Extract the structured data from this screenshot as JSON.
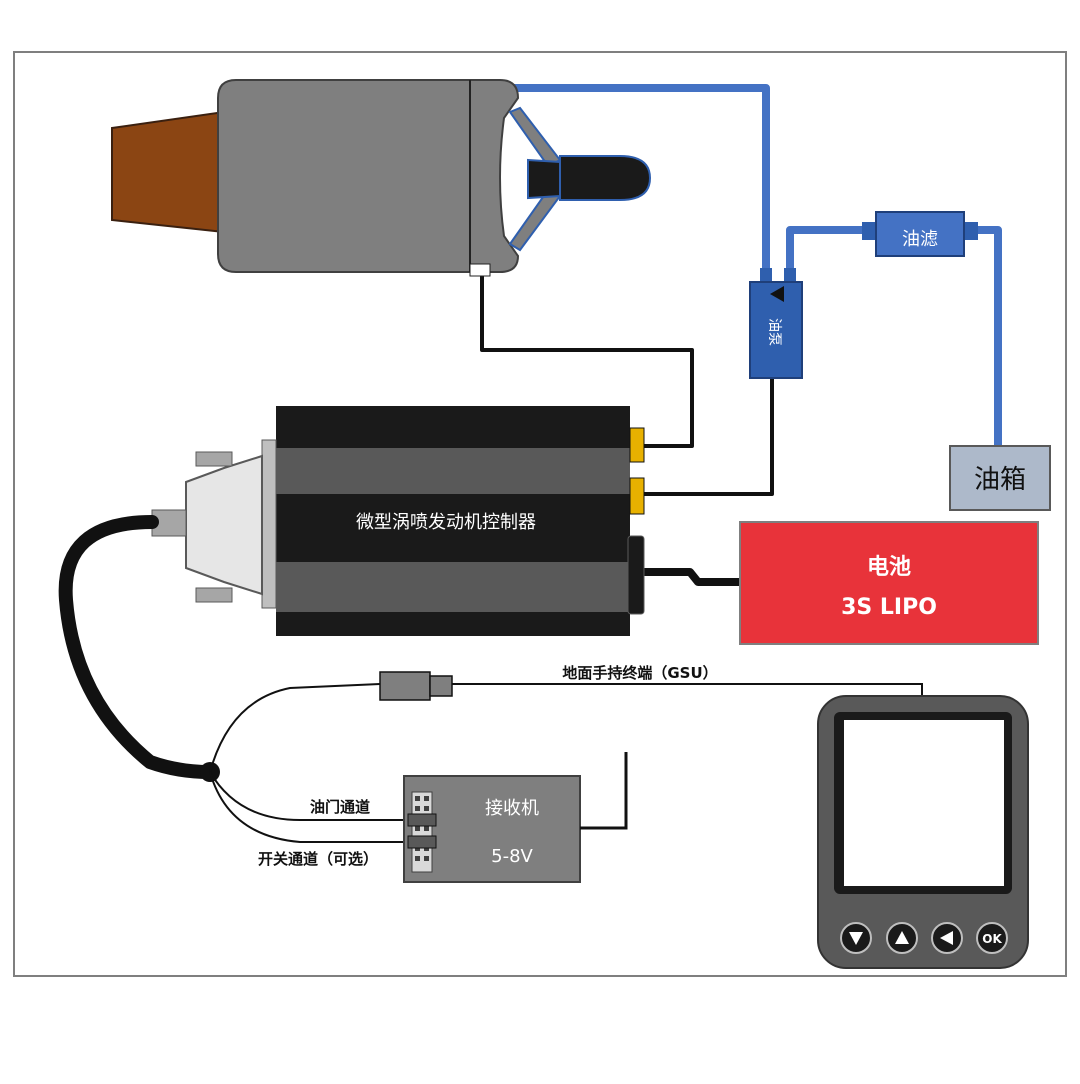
{
  "labels": {
    "controller": "微型涡喷发动机控制器",
    "fuel_pump": "油泵",
    "fuel_filter": "油滤",
    "fuel_tank": "油箱",
    "battery_name": "电池",
    "battery_type": "3S LIPO",
    "gsu": "地面手持终端（GSU）",
    "receiver_name": "接收机",
    "receiver_voltage": "5-8V",
    "throttle_channel": "油门通道",
    "switch_channel": "开关通道（可选）",
    "gsu_ok_button": "OK"
  },
  "colors": {
    "fuel_line": "#4472c4",
    "fuel_component": "#2f5fae",
    "engine_body": "#7f7f7f",
    "exhaust": "#8b4513",
    "controller": "#1a1a1a",
    "controller_band": "#595959",
    "connector": "#e8b100",
    "battery": "#e8333a",
    "tank": "#adb9ca",
    "gsu_body": "#595959",
    "receiver": "#7f7f7f",
    "cable": "#111111"
  },
  "icons": {
    "gsu_buttons": [
      "triangle-down-icon",
      "triangle-up-icon",
      "triangle-left-icon",
      "ok-button"
    ],
    "pump_arrow": "arrow-icon"
  }
}
